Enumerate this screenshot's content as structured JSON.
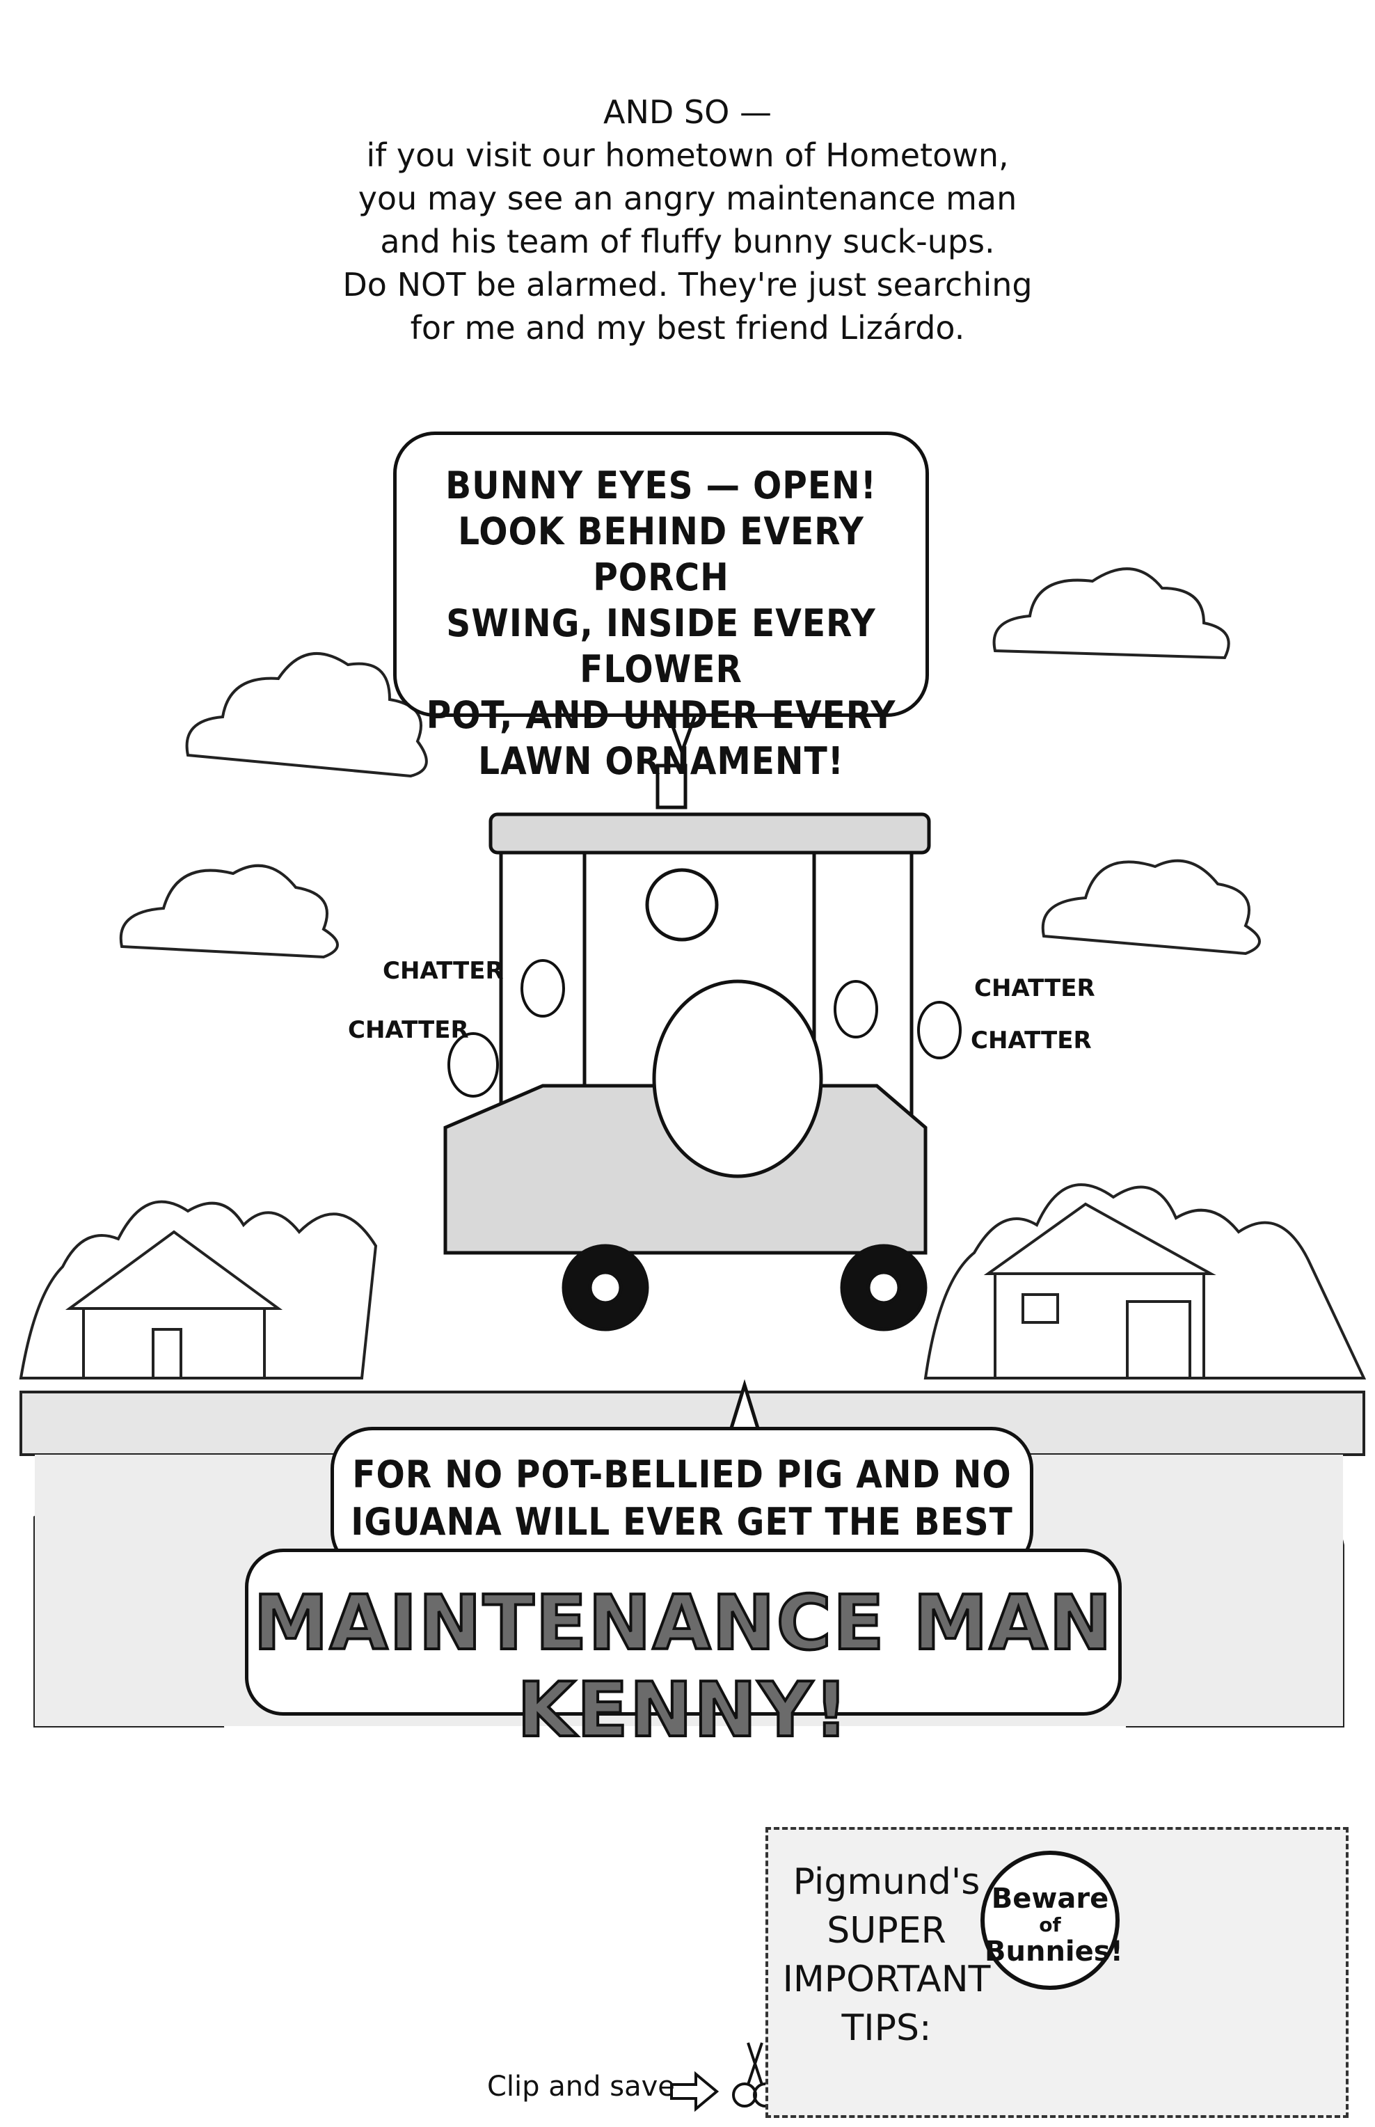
{
  "narration": {
    "lines": [
      "AND SO —",
      "if you visit our hometown of Hometown,",
      "you may see an angry maintenance man",
      "and his team of fluffy bunny suck-ups.",
      "Do NOT be alarmed. They're just searching",
      "for me and my best friend Lizárdo."
    ]
  },
  "bubble_top": {
    "lines": [
      "BUNNY EYES — OPEN!",
      "LOOK BEHIND EVERY PORCH",
      "SWING, INSIDE EVERY FLOWER",
      "POT, AND UNDER EVERY",
      "LAWN ORNAMENT!"
    ]
  },
  "sfx": [
    "CHATTER",
    "CHATTER",
    "CHATTER",
    "CHATTER"
  ],
  "bubble_bottom": {
    "line1": "FOR NO POT-BELLIED PIG AND NO",
    "line2": "IGUANA WILL EVER GET THE BEST OF—"
  },
  "shout": "MAINTENANCE MAN KENNY!",
  "tips": {
    "title_lines": [
      "Pigmund's",
      "SUPER",
      "IMPORTANT",
      "TIPS:"
    ],
    "badge_lines": [
      "Beware",
      "of",
      "Bunnies!"
    ]
  },
  "clip_label": "Clip and save"
}
